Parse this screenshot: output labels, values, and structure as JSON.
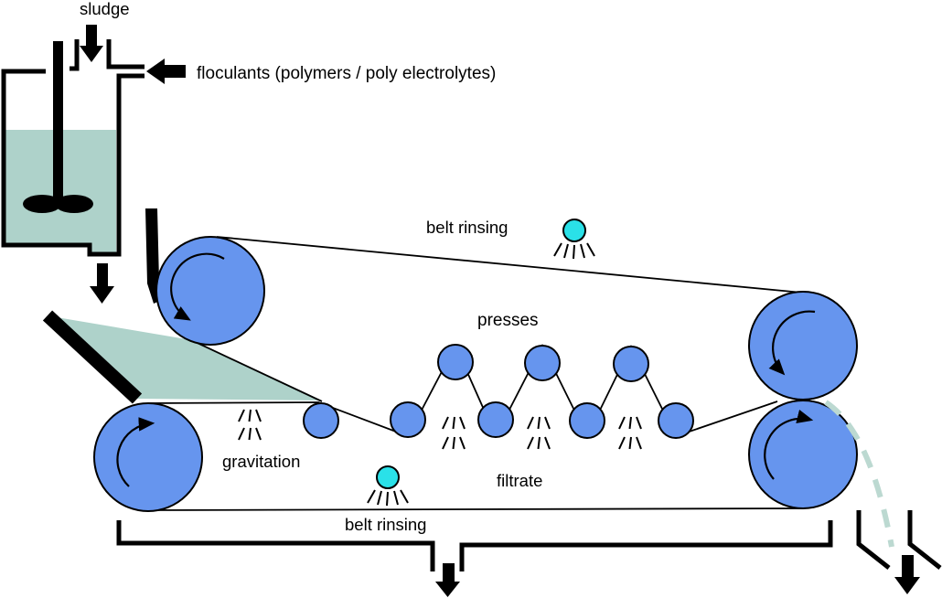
{
  "title": "belt filter press process diagram",
  "labels": {
    "sludge": "sludge",
    "floculants": "floculants (polymers / poly electrolytes)",
    "belt_rinsing_top": "belt rinsing",
    "presses": "presses",
    "gravitation": "gravitation",
    "filtrate": "filtrate",
    "belt_rinsing_bottom": "belt rinsing"
  },
  "icons": {
    "sprinkler": "sprinkler-icon",
    "rotation_arrow": "rotation-arrow-icon",
    "flow_arrow": "flow-arrow-icon",
    "drip": "drip-lines-icon",
    "stirrer": "stirrer-icon"
  },
  "colors": {
    "roller_blue": "#6695ee",
    "sludge_teal": "#aed2ca",
    "spray_cyan": "#2ae1e8",
    "cake_teal": "#bcd9d1",
    "ink": "#000000",
    "background": "#ffffff"
  }
}
